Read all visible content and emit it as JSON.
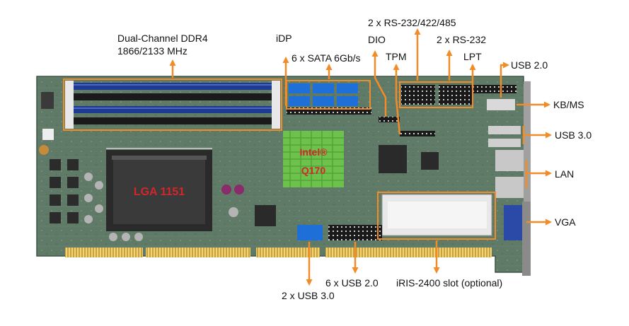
{
  "colors": {
    "callout": "#f28c28",
    "pcb": "#5f7a66",
    "chipset": "#6cc24a",
    "chip_label": "#d3252a",
    "dimm_blue": "#1f3a93",
    "sata_blue": "#1e6fd8",
    "gold": "#d8b04a"
  },
  "labels": {
    "ddr4_line1": "Dual-Channel DDR4",
    "ddr4_line2": "1866/2133 MHz",
    "idp": "iDP",
    "sata": "6 x SATA 6Gb/s",
    "rs232_422_485": "2 x RS-232/422/485",
    "dio": "DIO",
    "tpm": "TPM",
    "rs232": "2 x RS-232",
    "lpt": "LPT",
    "usb20_top": "USB 2.0",
    "kbms": "KB/MS",
    "usb30_right": "USB 3.0",
    "lan": "LAN",
    "vga": "VGA",
    "usb20_bottom": "6 x USB 2.0",
    "iris_slot": "iRIS-2400 slot (optional)",
    "usb30_bottom": "2 x USB 3.0"
  },
  "chips": {
    "chipset_line1": "Intel®",
    "chipset_line2": "Q170",
    "cpu_socket": "LGA 1151"
  }
}
